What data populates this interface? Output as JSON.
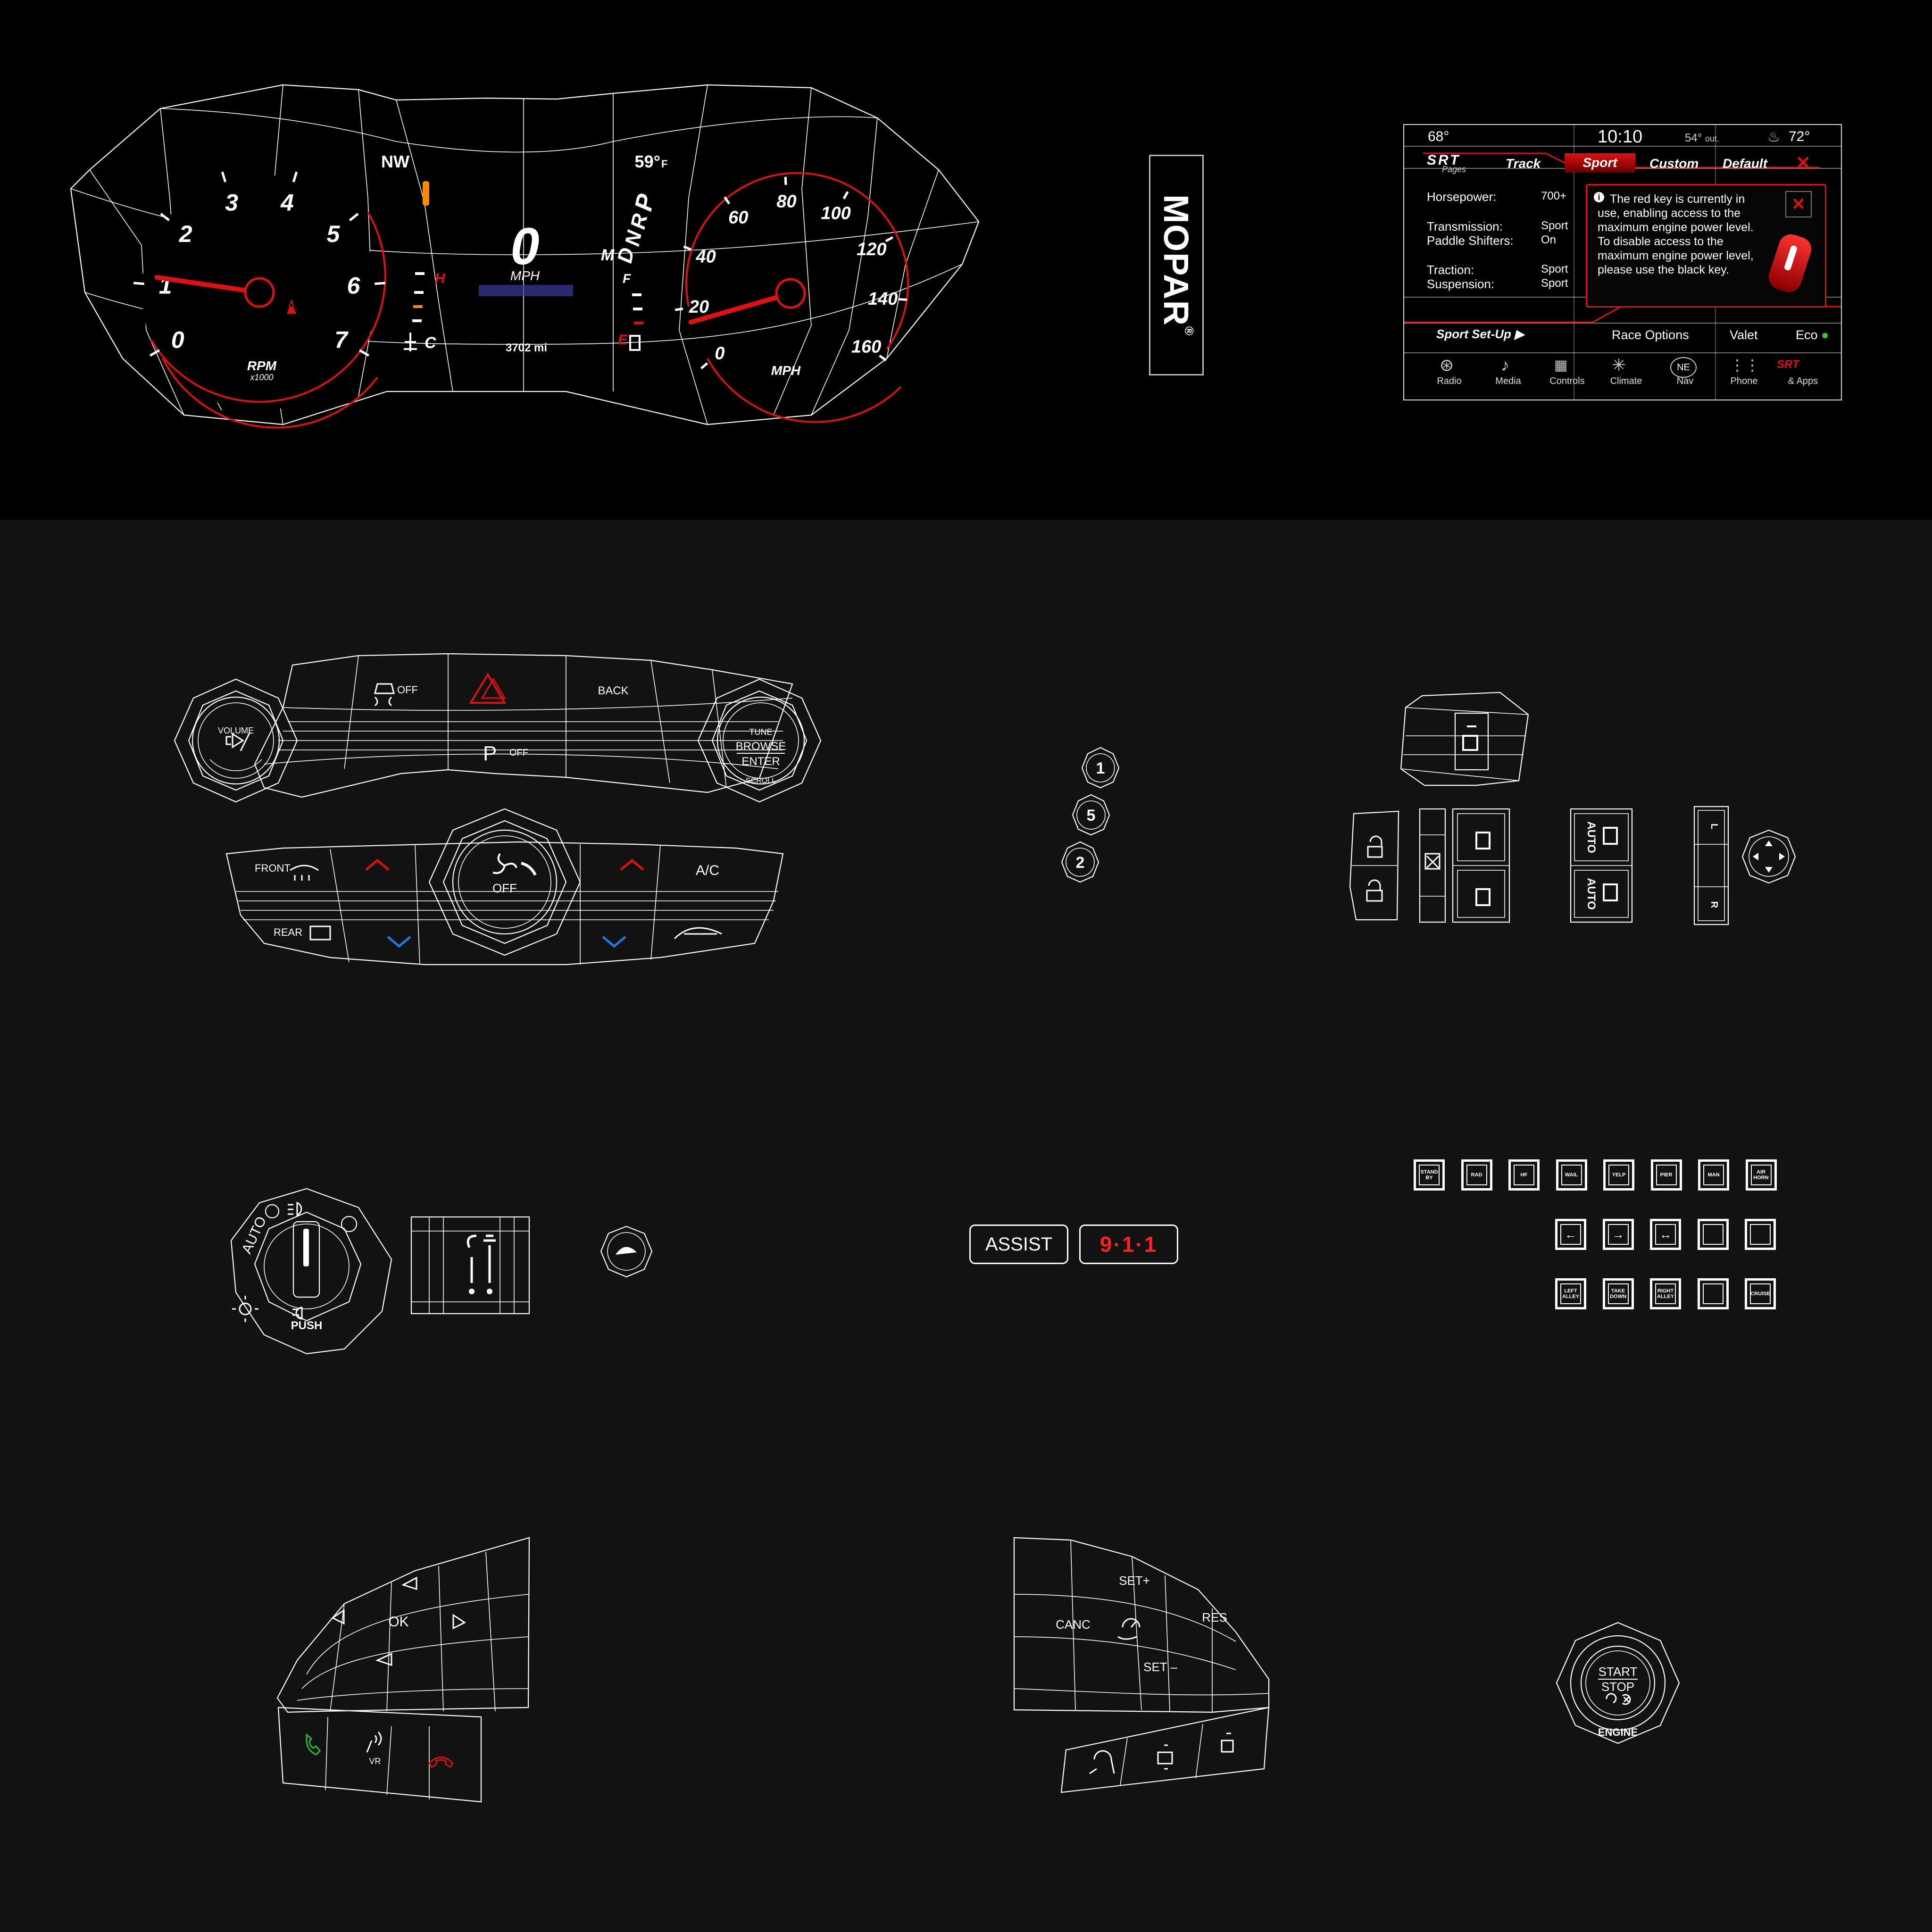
{
  "cluster": {
    "rpm_ticks": [
      "0",
      "1",
      "2",
      "3",
      "4",
      "5",
      "6",
      "7"
    ],
    "rpm_unit": "RPM",
    "rpm_mult": "x1000",
    "rpm_level_fraction": 0.16,
    "compass": "NW",
    "digital_speed": "0",
    "digital_unit": "MPH",
    "odometer": "3702 mi",
    "temp_hot": "H",
    "temp_cold": "C",
    "fuel_full": "F",
    "fuel_empty": "E",
    "outside_temp": "59°",
    "outside_temp_unit": "F",
    "gears": [
      "P",
      "R",
      "N",
      "D"
    ],
    "gear_manual": "M",
    "gear_selected": "D",
    "speed_ticks": [
      "0",
      "20",
      "40",
      "60",
      "80",
      "100",
      "120",
      "140",
      "160"
    ],
    "speed_unit": "MPH",
    "speed_value": 15,
    "colors": {
      "accent": "#e01010",
      "warning": "#ff8a00"
    }
  },
  "logo": {
    "text": "MOPAR",
    "mark": "®"
  },
  "uconnect": {
    "status": {
      "temp_left": "68°",
      "clock": "10:10",
      "outside": "54°",
      "outside_suffix": "out.",
      "temp_right": "72°"
    },
    "brand": "SRT",
    "brand_sub": "Pages",
    "tabs": [
      "Track",
      "Sport",
      "Custom",
      "Default"
    ],
    "selected_tab": "Sport",
    "settings": [
      {
        "label": "Horsepower:",
        "value": "700+"
      },
      {
        "label": "Transmission:",
        "value": "Sport"
      },
      {
        "label": "Paddle Shifters:",
        "value": "On"
      },
      {
        "label": "Traction:",
        "value": "Sport"
      },
      {
        "label": "Suspension:",
        "value": "Sport"
      }
    ],
    "popup_message": "The red key is currently in use, enabling access to the maximum engine power level. To disable access to the maximum engine power level, please use the black key.",
    "bottom_bar": {
      "setup": "Sport Set-Up",
      "race": "Race Options",
      "valet": "Valet",
      "eco": "Eco"
    },
    "nav": [
      "Radio",
      "Media",
      "Controls",
      "Climate",
      "Nav",
      "Phone",
      "& Apps"
    ],
    "nav_compass": "NE"
  },
  "center_stack": {
    "volume": "VOLUME",
    "esc_off": "OFF",
    "back": "BACK",
    "park_off": "OFF",
    "park": "P",
    "tune": "TUNE",
    "browse": "BROWSE",
    "enter": "ENTER",
    "scroll": "SCROLL"
  },
  "climate": {
    "front": "FRONT",
    "rear": "REAR",
    "fan_off": "OFF",
    "ac": "A/C"
  },
  "small_buttons": [
    "1",
    "5",
    "2"
  ],
  "window_controls": {
    "auto": "AUTO",
    "mirror_left": "L",
    "mirror_right": "R"
  },
  "headlamp": {
    "auto": "AUTO",
    "push": "PUSH"
  },
  "assist": {
    "assist": "ASSIST",
    "emergency": "9·1·1"
  },
  "siren_panel": {
    "row1": [
      "STAND\nBY",
      "RAD",
      "HF",
      "WAIL",
      "YELP",
      "PIER",
      "MAN",
      "AIR\nHORN"
    ],
    "row2": [
      "←",
      "→",
      "↔",
      "",
      ""
    ],
    "row3": [
      "LEFT\nALLEY",
      "TAKE\nDOWN",
      "RIGHT\nALLEY",
      "",
      "CRUISE"
    ]
  },
  "steering_left": {
    "ok": "OK",
    "voice": "VR"
  },
  "steering_right": {
    "set_plus": "SET+",
    "cancel": "CANC",
    "resume": "RES",
    "set_minus": "SET –"
  },
  "engine": {
    "start": "START",
    "stop": "STOP",
    "engine": "ENGINE"
  }
}
